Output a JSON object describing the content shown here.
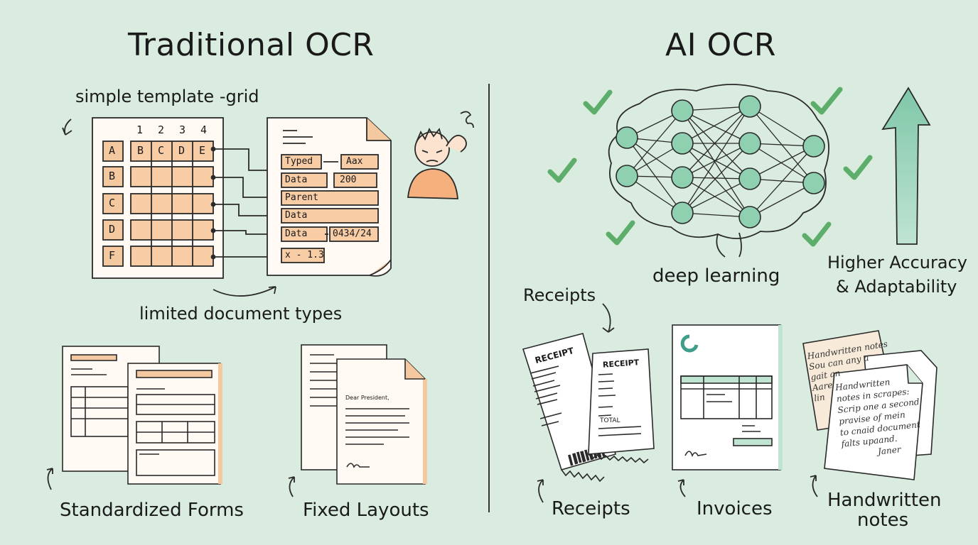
{
  "left": {
    "title": "Traditional OCR",
    "template_note": "simple template -grid",
    "grid": {
      "col_numbers": [
        "1",
        "2",
        "3",
        "4"
      ],
      "row_labels": [
        "A",
        "B",
        "C",
        "D",
        "F"
      ],
      "first_row_cells": [
        "B",
        "C",
        "D",
        "E"
      ]
    },
    "form_fields": {
      "typed": "Typed",
      "aax": "Aax",
      "data1": "Data",
      "v200": "200",
      "parent": "Parent",
      "data2": "Data",
      "data3": "Data",
      "date": "0434/24",
      "x": "x - 1.3"
    },
    "limited_note": "limited document types",
    "letter_salutation": "Dear President,",
    "captions": {
      "forms": "Standardized Forms",
      "layouts": "Fixed Layouts"
    }
  },
  "right": {
    "title": "AI OCR",
    "deep_learning": "deep learning",
    "accuracy_line1": "Higher Accuracy",
    "accuracy_line2": "& Adaptability",
    "receipts_note": "Receipts",
    "receipt_title1": "RECEIPT",
    "receipt_title2": "RECEIPT",
    "receipt_total": "TOTAL",
    "handwritten_lines1": [
      "Handwritten notes",
      "Sou can any a",
      "gait an",
      "Aare",
      "lin"
    ],
    "handwritten_lines2": [
      "Handwritten",
      "notes in scrapes:",
      "Scrip one a second",
      "pravise of mein",
      "to cnaid document",
      "falts upaand.",
      "Janer"
    ],
    "captions": {
      "receipts": "Receipts",
      "invoices": "Invoices",
      "handwritten1": "Handwritten",
      "handwritten2": "notes"
    }
  },
  "colors": {
    "background": "#d9ecdf",
    "orange": "#f5c9a0",
    "teal": "#8fd0b0",
    "check_green": "#5cae6a"
  }
}
